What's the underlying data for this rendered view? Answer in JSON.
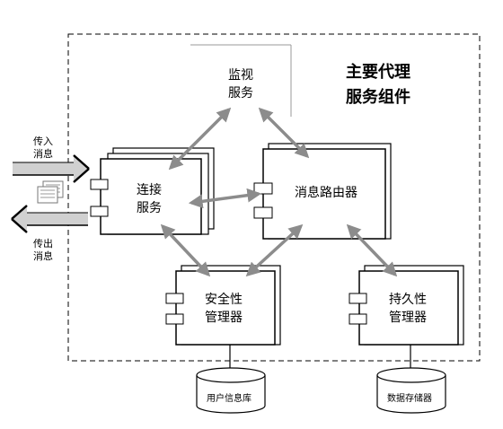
{
  "title": {
    "line1": "主要代理",
    "line2": "服务组件"
  },
  "monitor": {
    "line1": "监视",
    "line2": "服务"
  },
  "connection": {
    "line1": "连接",
    "line2": "服务"
  },
  "router": {
    "label": "消息路由器"
  },
  "security": {
    "line1": "安全性",
    "line2": "管理器"
  },
  "persistence": {
    "line1": "持久性",
    "line2": "管理器"
  },
  "incoming": {
    "line1": "传入",
    "line2": "消息"
  },
  "outgoing": {
    "line1": "传出",
    "line2": "消息"
  },
  "userdb": {
    "label": "用户信息库"
  },
  "datastore": {
    "label": "数据存储器"
  },
  "colors": {
    "arrow": "#8c8c8c",
    "line": "#000000",
    "fill": "#ffffff"
  }
}
